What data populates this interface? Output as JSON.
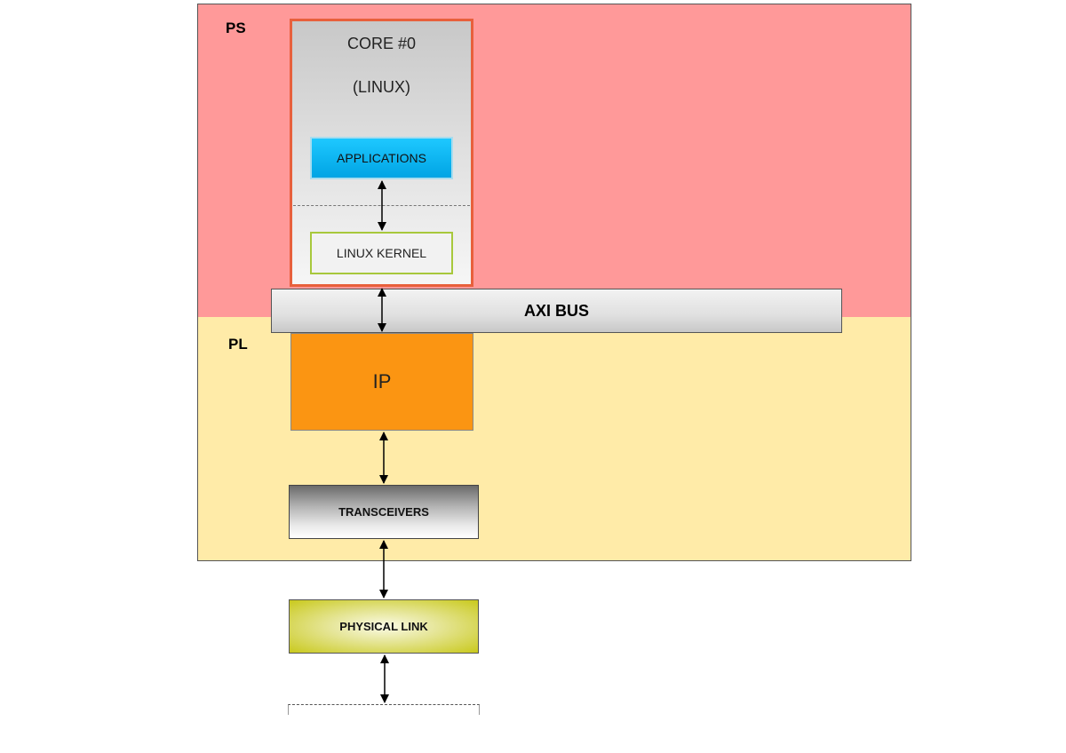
{
  "regions": {
    "ps": {
      "label": "PS",
      "color": "#ff9999"
    },
    "pl": {
      "label": "PL",
      "color": "#ffeba8"
    }
  },
  "core": {
    "title": "CORE #0",
    "subtitle": "(LINUX)",
    "applications": "APPLICATIONS",
    "kernel": "LINUX KERNEL",
    "border_color": "#e8603c"
  },
  "bus": {
    "label": "AXI BUS"
  },
  "ip": {
    "label": "IP",
    "color": "#fb9512"
  },
  "transceivers": {
    "label": "TRANSCEIVERS"
  },
  "physical_link": {
    "label": "PHYSICAL LINK"
  }
}
